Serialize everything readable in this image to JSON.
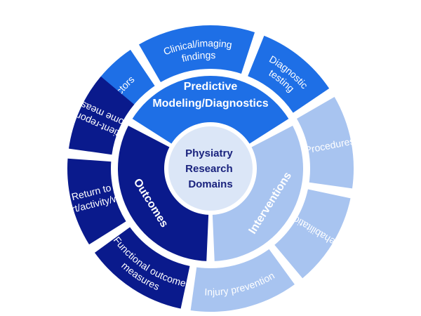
{
  "colors": {
    "predictive": "#1e6fe6",
    "outcomes": "#0a1a8c",
    "interventions": "#a8c4f0",
    "center_fill": "#dbe6f7",
    "center_text": "#1a237e",
    "gap": "#ffffff"
  },
  "center": {
    "lines": [
      "Physiatry",
      "Research",
      "Domains"
    ]
  },
  "domains": {
    "predictive": {
      "lines": [
        "Predictive",
        "Modeling/Diagnostics"
      ],
      "start": -60,
      "end": 60,
      "sub": [
        {
          "key": "risk",
          "lines": [
            "Risk factors"
          ],
          "start": -72,
          "end": -34
        },
        {
          "key": "clinical",
          "lines": [
            "Clinical/imaging",
            "findings"
          ],
          "start": -30,
          "end": 18
        },
        {
          "key": "diag",
          "lines": [
            "Diagnostic",
            "testing"
          ],
          "start": 22,
          "end": 56
        }
      ]
    },
    "interventions": {
      "lines": [
        "Interventions"
      ],
      "start": 60,
      "end": 180,
      "sub": [
        {
          "key": "proc",
          "lines": [
            "Procedures"
          ],
          "start": 60,
          "end": 98
        },
        {
          "key": "rehab",
          "lines": [
            "Rehabilitation"
          ],
          "start": 102,
          "end": 140
        },
        {
          "key": "injury",
          "lines": [
            "Injury prevention"
          ],
          "start": 144,
          "end": 188
        }
      ]
    },
    "outcomes": {
      "lines": [
        "Outcomes"
      ],
      "start": 180,
      "end": 300,
      "sub": [
        {
          "key": "func",
          "lines": [
            "Functional outcome",
            "measures"
          ],
          "start": 192,
          "end": 234
        },
        {
          "key": "return",
          "lines": [
            "Return to",
            "sport/activity/work"
          ],
          "start": 238,
          "end": 274
        },
        {
          "key": "pro",
          "lines": [
            "Patient-reported",
            "outcome measures"
          ],
          "start": 278,
          "end": 310
        }
      ]
    }
  }
}
